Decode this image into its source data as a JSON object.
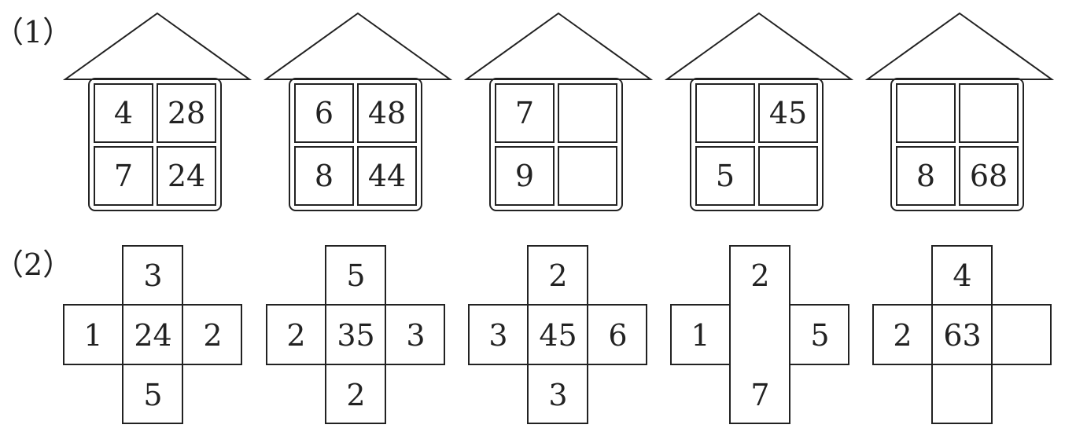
{
  "labels": {
    "part1": "（1）",
    "part2": "（2）"
  },
  "houses": [
    {
      "cells": [
        "4",
        "28",
        "7",
        "24"
      ]
    },
    {
      "cells": [
        "6",
        "48",
        "8",
        "44"
      ]
    },
    {
      "cells": [
        "7",
        "",
        "9",
        ""
      ]
    },
    {
      "cells": [
        "",
        "45",
        "5",
        ""
      ]
    },
    {
      "cells": [
        "",
        "",
        "8",
        "68"
      ]
    }
  ],
  "crosses": [
    {
      "top": "3",
      "left": "1",
      "center": "24",
      "right": "2",
      "bottom": "5"
    },
    {
      "top": "5",
      "left": "2",
      "center": "35",
      "right": "3",
      "bottom": "2"
    },
    {
      "top": "2",
      "left": "3",
      "center": "45",
      "right": "6",
      "bottom": "3"
    },
    {
      "top": "2",
      "left": "1",
      "center": "",
      "right": "5",
      "bottom": "7"
    },
    {
      "top": "4",
      "left": "2",
      "center": "63",
      "right": "",
      "bottom": ""
    }
  ]
}
